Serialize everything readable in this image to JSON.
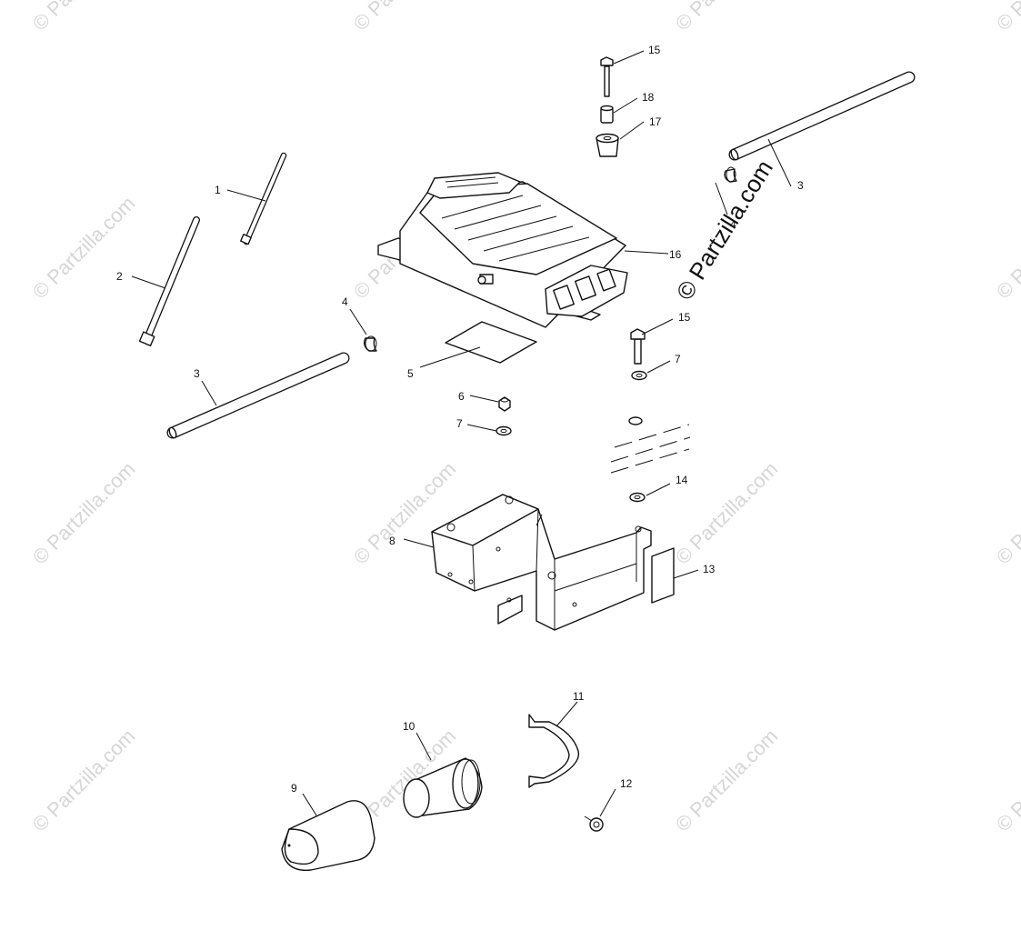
{
  "watermark": {
    "text": "© Partzilla.com",
    "prominent_text": "© Partzilla.com"
  },
  "callouts": {
    "c1": "1",
    "c2": "2",
    "c3a": "3",
    "c3b": "3",
    "c4a": "4",
    "c4b": "4",
    "c5": "5",
    "c6": "6",
    "c7a": "7",
    "c7b": "7",
    "c8": "8",
    "c9": "9",
    "c10": "10",
    "c11": "11",
    "c12": "12",
    "c13": "13",
    "c14": "14",
    "c15a": "15",
    "c15b": "15",
    "c16": "16",
    "c17": "17",
    "c18": "18"
  }
}
